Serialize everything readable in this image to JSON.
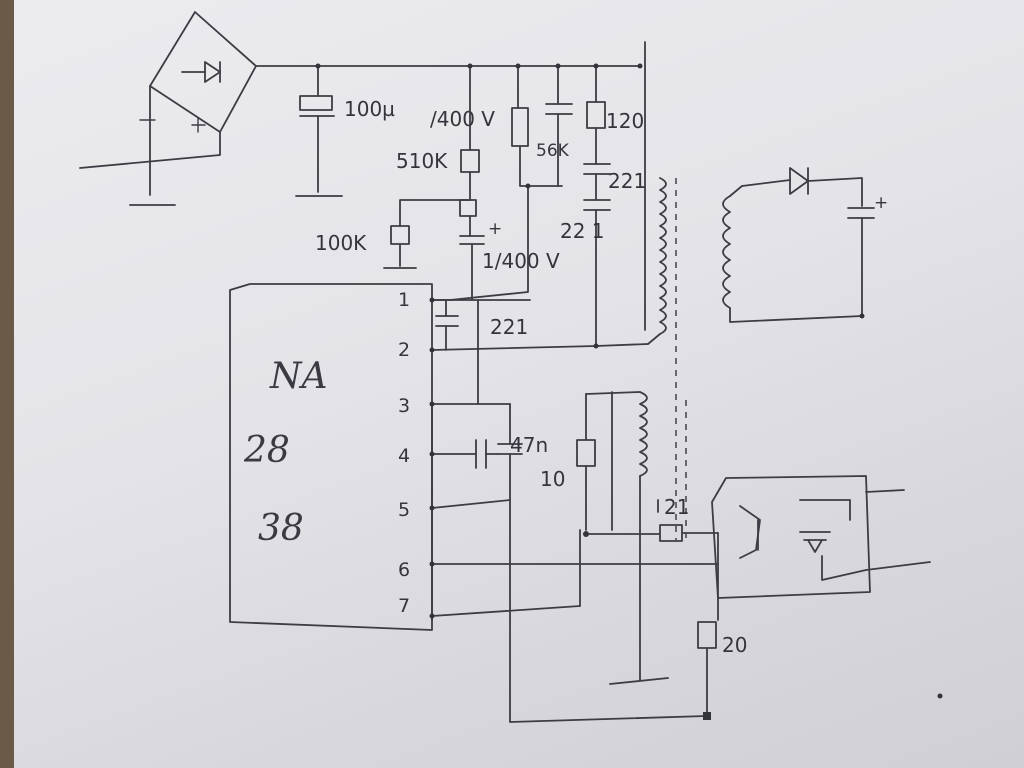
{
  "labels": {
    "c_bulk": "100µ",
    "c_bulk_voltage": "/400 V",
    "r_start": "510K",
    "r_pin1": "100K",
    "c_start": "1/400 V",
    "r_snub": "56K",
    "r_120": "120",
    "c_221_top": "221",
    "c_22_1": "22 1",
    "c_221_pin": "221",
    "c_47n": "47n",
    "r_10": "10",
    "r_21": "21",
    "r_20": "20",
    "ic_name": "NA",
    "ic_num1": "28",
    "ic_num2": "38",
    "pin_1": "1",
    "pin_2": "2",
    "pin_3": "3",
    "pin_4": "4",
    "pin_5": "5",
    "pin_6": "6",
    "pin_7": "7",
    "plus": "+"
  }
}
